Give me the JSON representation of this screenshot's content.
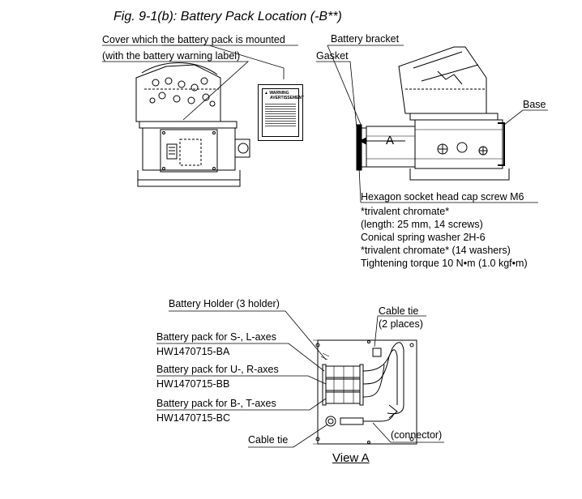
{
  "figure": {
    "title": "Fig. 9-1(b): Battery Pack Location (-B**)",
    "view_label": "View A"
  },
  "labels": {
    "cover_line1": "Cover which the battery pack is mounted",
    "cover_line2": "(with the battery warning label)",
    "battery_bracket": "Battery bracket",
    "gasket": "Gasket",
    "base": "Base",
    "arrow_a": "A",
    "screw_line1": "Hexagon socket head cap screw M6",
    "screw_line2": "*trivalent chromate*",
    "screw_line3": "(length: 25 mm, 14 screws)",
    "screw_line4": "Conical spring washer 2H-6",
    "screw_line5": "*trivalent chromate* (14 washers)",
    "screw_line6": "Tightening torque 10 N•m (1.0 kgf•m)",
    "battery_holder": "Battery Holder (3 holder)",
    "cable_tie_top_1": "Cable tie",
    "cable_tie_top_2": "(2 places)",
    "pack_sl": "Battery pack for S-, L-axes",
    "pack_sl_code": "HW1470715-BA",
    "pack_ur": "Battery pack for U-, R-axes",
    "pack_ur_code": "HW1470715-BB",
    "pack_bt": "Battery pack for B-, T-axes",
    "pack_bt_code": "HW1470715-BC",
    "cable_tie_bottom": "Cable tie",
    "connector": "(connector)"
  },
  "warning_label": {
    "header_line1": "WARNING",
    "header_line2": "AVERTISSEMENT"
  },
  "colors": {
    "line": "#000000",
    "background": "#ffffff"
  }
}
